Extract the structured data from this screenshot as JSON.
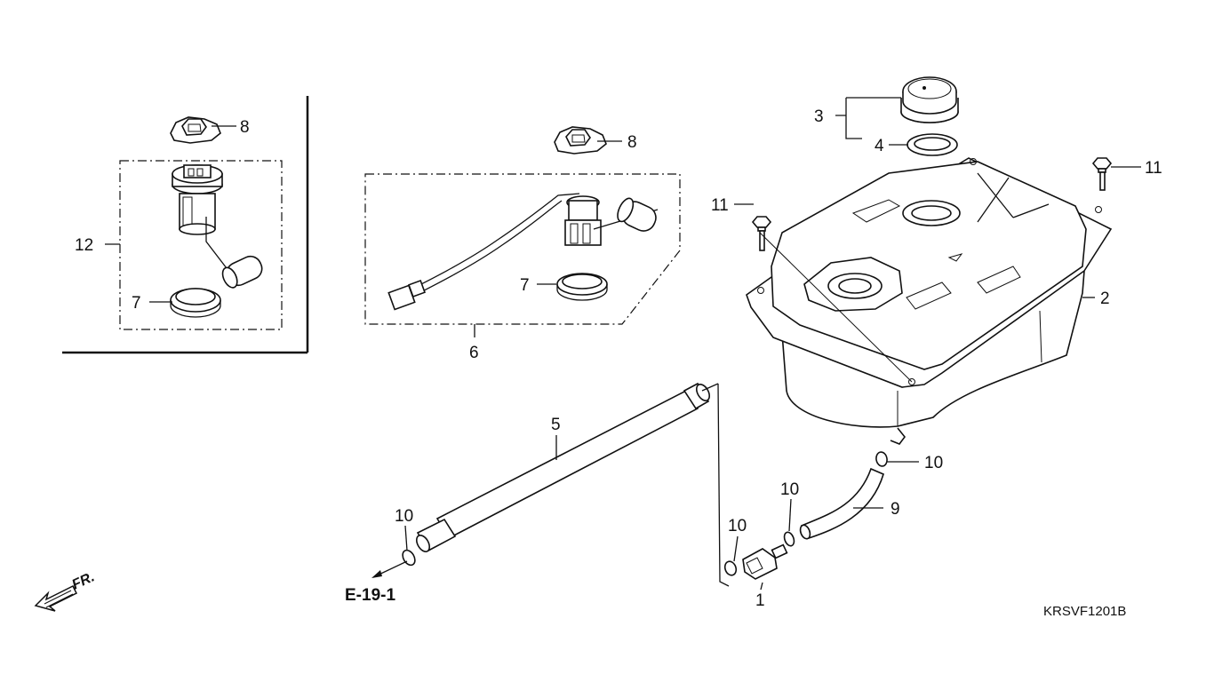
{
  "diagram": {
    "code": "KRSVF1201B",
    "front_marker": "FR.",
    "reference": "E-19-1",
    "callouts": {
      "c1": "1",
      "c2": "2",
      "c3": "3",
      "c4": "4",
      "c5": "5",
      "c6": "6",
      "c7a": "7",
      "c7b": "7",
      "c8a": "8",
      "c8b": "8",
      "c9": "9",
      "c10a": "10",
      "c10b": "10",
      "c10c": "10",
      "c10d": "10",
      "c11a": "11",
      "c11b": "11",
      "c12": "12"
    }
  }
}
